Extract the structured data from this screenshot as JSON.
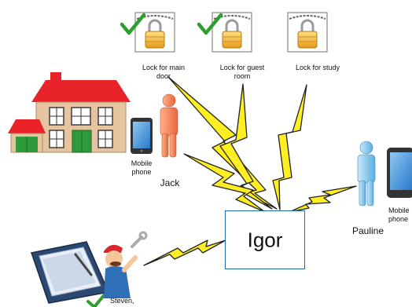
{
  "locks": [
    {
      "label": "Lock for main door",
      "line1": "Lock for main",
      "line2": "door",
      "checked": true
    },
    {
      "label": "Lock for guest room",
      "line1": "Lock for guest",
      "line2": "room",
      "checked": true
    },
    {
      "label": "Lock for study",
      "line1": "Lock for study",
      "line2": "",
      "checked": false
    }
  ],
  "center": {
    "label": "Igor"
  },
  "people": {
    "jack": {
      "name": "Jack",
      "device_line1": "Mobile",
      "device_line2": "phone"
    },
    "pauline": {
      "name": "Pauline",
      "device_line1": "Mobile",
      "device_line2": "phone"
    },
    "steven": {
      "name": "Steven,"
    }
  },
  "colors": {
    "bolt": "#ffee22",
    "bolt_outline": "#222222",
    "check": "#2e9e2e",
    "roof": "#e8232a",
    "box_border": "#1f6bb0",
    "lock_gold": "#f0b43c",
    "jack_body": "#f58a5a",
    "pauline_body": "#8ecbee"
  }
}
